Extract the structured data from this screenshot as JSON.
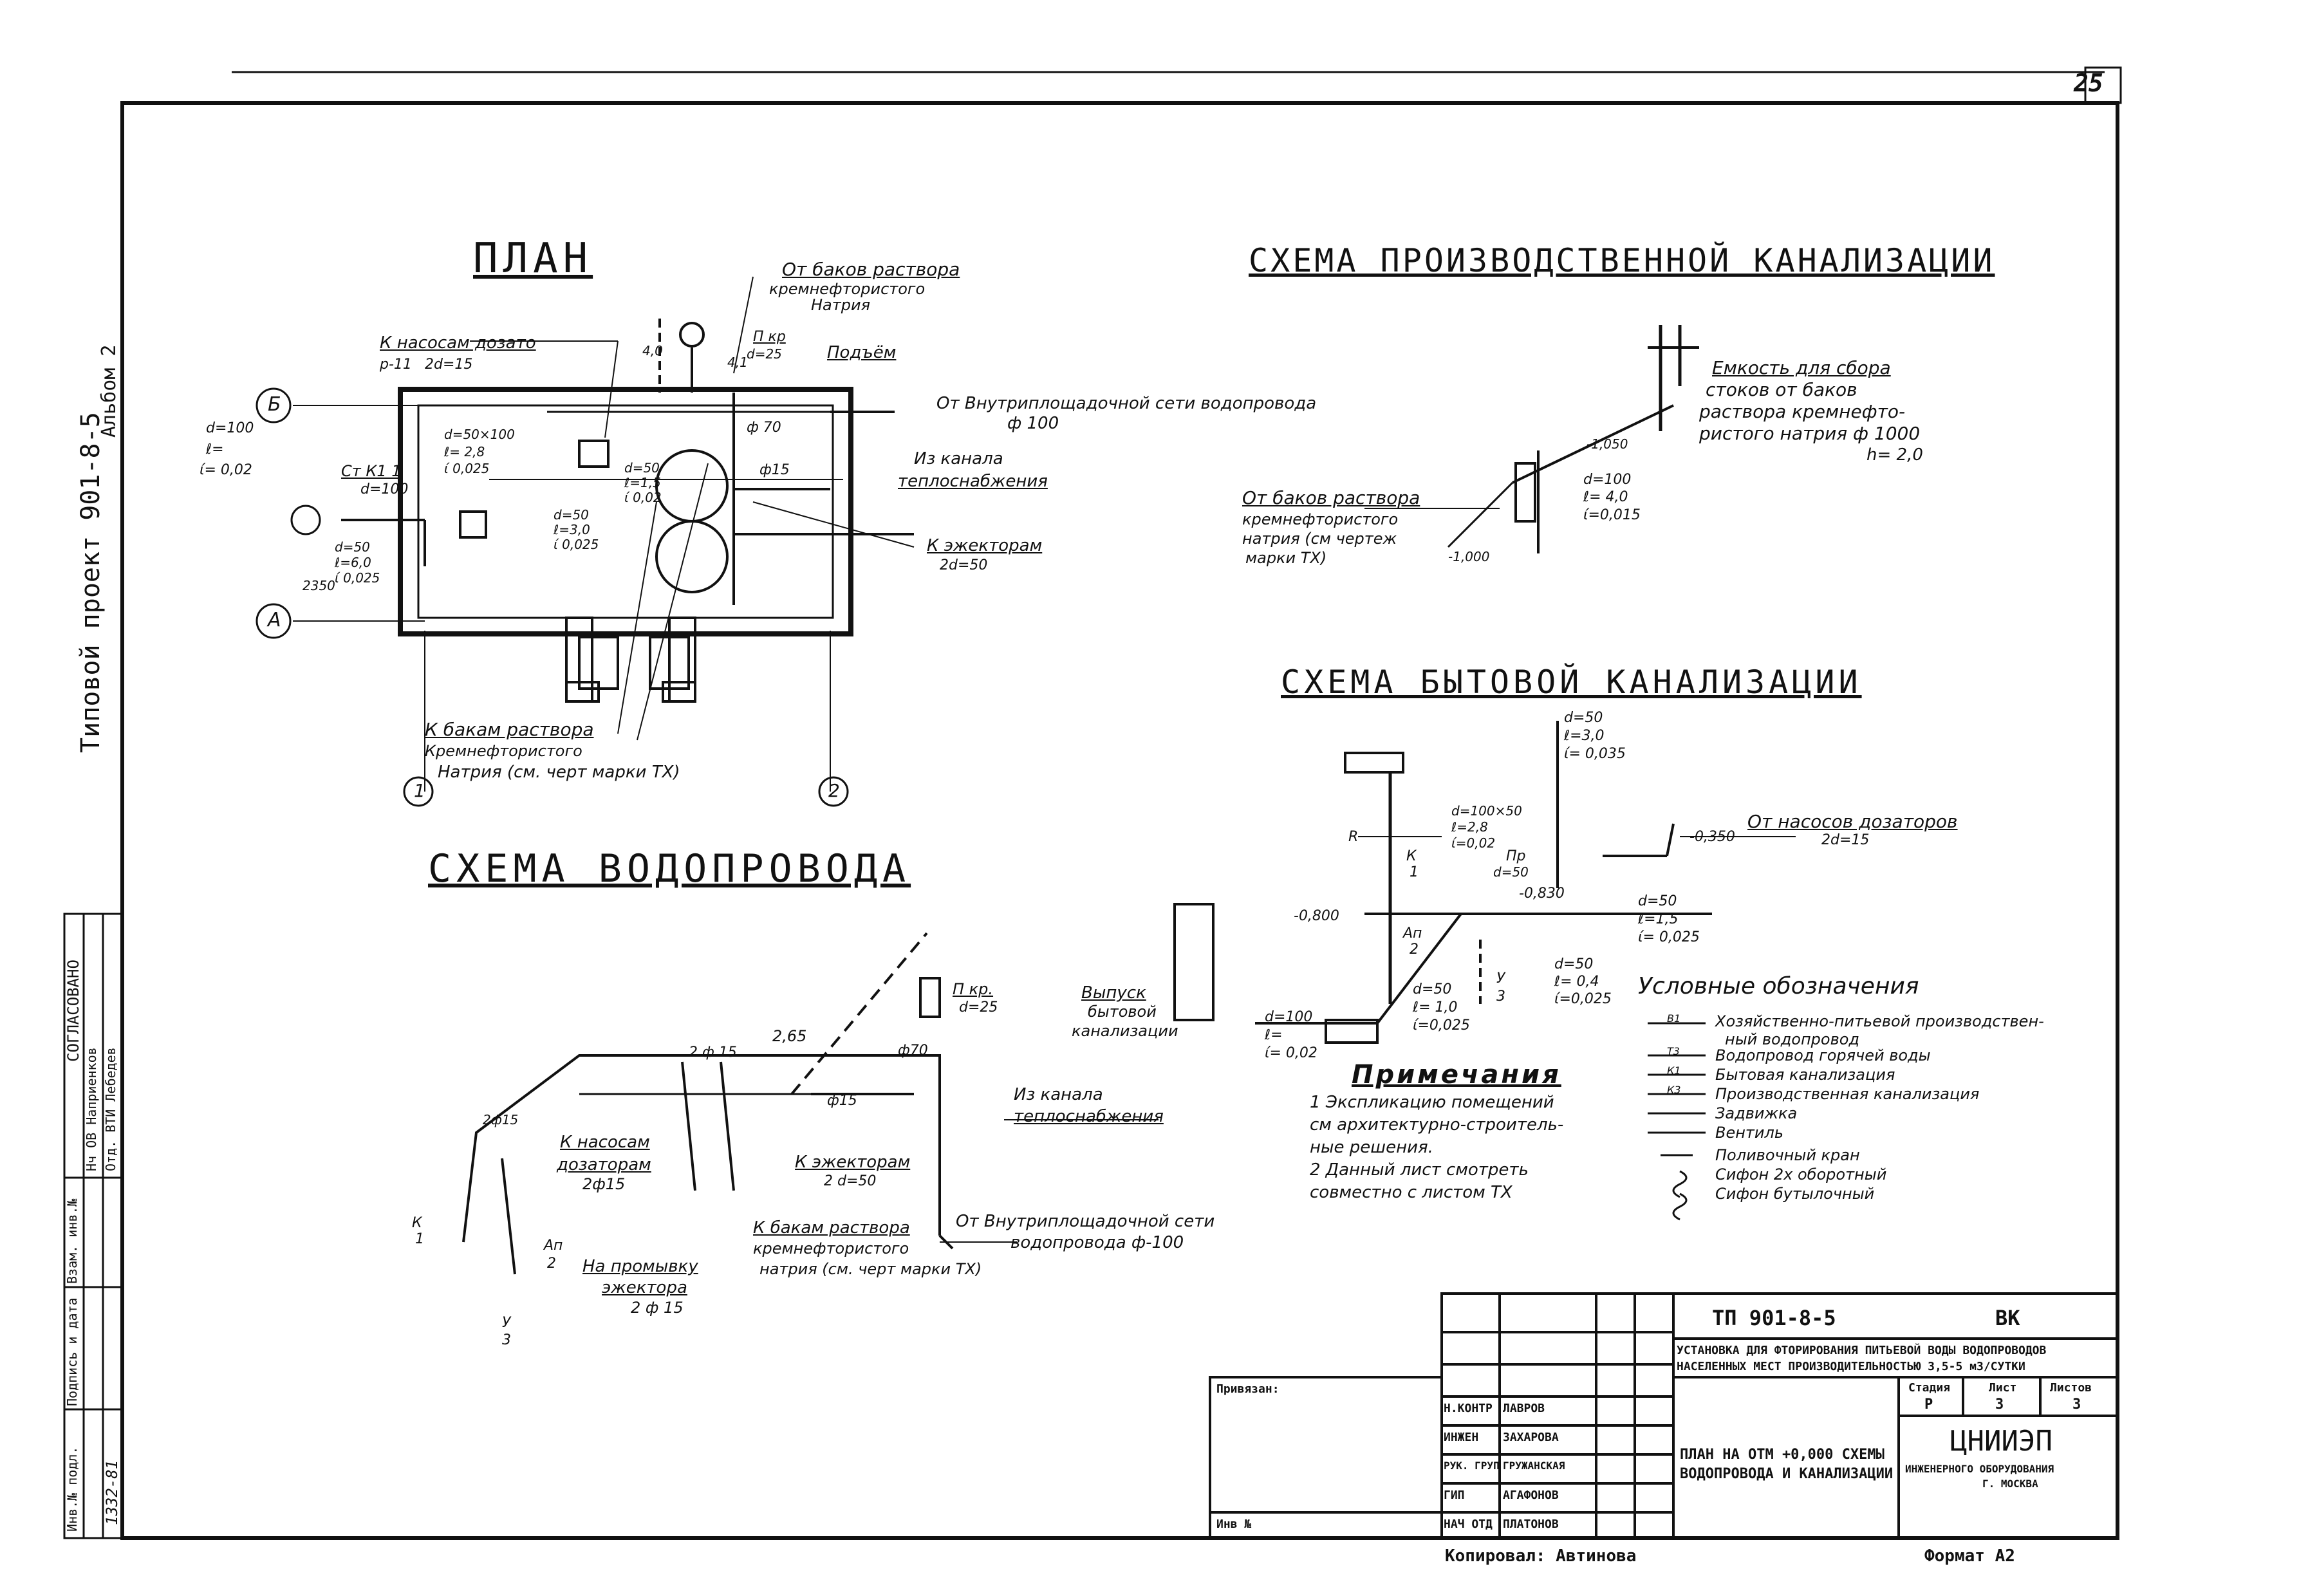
{
  "page_number": "25",
  "side_labels": {
    "project": "Типовой проект 901-8-5",
    "album": "Альбом 2"
  },
  "plan": {
    "title": "ПЛАН",
    "axis_b": "Б",
    "axis_a": "А",
    "axis_1": "1",
    "axis_2": "2",
    "labels": {
      "ot_bakov": "От баков раствора",
      "kremneft": "кремнефтористого",
      "natria": "Натрия",
      "k_nasosam": "К насосам дозато",
      "p11": "р-11",
      "two_d15": "2d=15",
      "pk": "П кр",
      "d25": "d=25",
      "pod": "Подъём",
      "ot_vnutr": "От Внутриплощадочной сети водопровода",
      "phi100": "ф 100",
      "phi70": "ф 70",
      "iz_kanala": "Из канала",
      "teplosn": "теплоснабжения",
      "phi15": "ф15",
      "k_ejektoram": "К эжекторам",
      "two_d50": "2d=50",
      "st_k11": "Ст К1 1",
      "d100": "d=100",
      "d100b": "d=100",
      "l0": "ℓ=",
      "i002": "ί= 0,02",
      "d50x100": "d=50×100",
      "l28": "ℓ= 2,8",
      "i0025": "ί 0,025",
      "d50a": "d=50",
      "l15": "ℓ=1,5",
      "i002b": "ί 0,02",
      "d50b": "d=50",
      "l30": "ℓ=3,0",
      "i0025b": "ί 0,025",
      "d50c": "d=50",
      "l60": "ℓ=6,0",
      "i0025c": "ί 0,025",
      "dim_2350": "2350",
      "dim_40": "4,0",
      "dim_41": "4,1",
      "k_bakam": "К бакам раствора",
      "kremneft2": "Кремнефтористого",
      "natria_ch": "Натрия (см. черт марки ТХ)"
    }
  },
  "prod_kanal": {
    "title": "СХЕМА ПРОИЗВОДСТВЕННОЙ КАНАЛИЗАЦИИ",
    "emkost": [
      "Емкость для сбора",
      "стоков от баков",
      "раствора кремнефто-",
      "ристого натрия ф 1000",
      "h= 2,0"
    ],
    "ot_bakov": [
      "От баков раствора",
      "кремнефтористого",
      "натрия (см чертеж",
      "марки ТХ)"
    ],
    "level1": "-1,000",
    "level2": "-1,050",
    "d100": "d=100",
    "l40": "ℓ= 4,0",
    "i0015": "ί=0,015"
  },
  "byt_kanal": {
    "title": "СХЕМА БЫТОВОЙ КАНАЛИЗАЦИИ",
    "d50": "d=50",
    "l30": "ℓ=3,0",
    "i0035": "ί= 0,035",
    "d100x50": "d=100×50",
    "l28": "ℓ=2,8",
    "i002": "ί=0,02",
    "pr": "Пр",
    "d50b": "d=50",
    "ot_nasosov": "От насосов дозаторов",
    "two_d15": "2d=15",
    "lvl_0350": "-0,350",
    "lvl_0830": "-0,830",
    "lvl_0800": "-0,800",
    "d50c": "d=50",
    "l15": "ℓ=1,5",
    "i0025": "ί= 0,025",
    "r": "R",
    "k1": "К",
    "k1b": "1",
    "ap": "Ап",
    "ap2": "2",
    "u": "У",
    "u3": "3",
    "vypusk": [
      "Выпуск",
      "бытовой",
      "канализации"
    ],
    "d100": "d=100",
    "l0": "ℓ=",
    "i002b": "ί= 0,02",
    "d50d": "d=50",
    "l10": "ℓ= 1,0",
    "i0025b": "ί=0,025",
    "d50e": "d=50",
    "l04": "ℓ= 0,4",
    "i0025c": "ί=0,025"
  },
  "vodoprovod": {
    "title": "СХЕМА ВОДОПРОВОДА",
    "pkr": "П кр.",
    "d25": "d=25",
    "dim_265": "2,65",
    "two_phi15": "2 ф 15",
    "phi70": "ф70",
    "phi15": "ф15",
    "iz_kanala": "Из канала",
    "teplosn": "теплоснабжения",
    "k_nasosam": "К насосам",
    "dozatoram": "дозаторам",
    "two_phi15b": "2ф15",
    "k_ejektoram": "К эжекторам",
    "two_d50": "2 d=50",
    "k_bakam": "К бакам раствора",
    "kremneft": "кремнефтористого",
    "natria": "натрия (см. черт марки ТХ)",
    "ot_vnutr": "От Внутриплощадочной сети",
    "vodoprovoda": "водопровода ф-100",
    "na_promyvku": "На промывку",
    "ejektora": "эжектора",
    "two_phi15c": "2 ф 15",
    "two_phi_left": "2ф15",
    "k": "К",
    "k1": "1",
    "ap": "Ап",
    "ap2": "2",
    "u": "У",
    "u3": "3"
  },
  "notes": {
    "title": "Примечания",
    "lines": [
      "1 Экспликацию помещений",
      "   см архитектурно-строитель-",
      "   ные решения.",
      "2 Данный лист смотреть",
      "   совместно с листом ТХ"
    ]
  },
  "legend": {
    "title": "Условные обозначения",
    "items": [
      {
        "mark": "В1",
        "text": "Хозяйственно-питьевой производствен-"
      },
      {
        "mark": "",
        "text": "ный водопровод"
      },
      {
        "mark": "Т3",
        "text": "Водопровод горячей воды"
      },
      {
        "mark": "К1",
        "text": "Бытовая канализация"
      },
      {
        "mark": "К3",
        "text": "Производственная канализация"
      },
      {
        "mark": "",
        "text": "Задвижка"
      },
      {
        "mark": "",
        "text": "Вентиль"
      },
      {
        "mark": "",
        "text": "Поливочный кран"
      },
      {
        "mark": "",
        "text": "Сифон 2х оборотный"
      },
      {
        "mark": "",
        "text": "Сифон бутылочный"
      }
    ]
  },
  "approval": {
    "title": "СОГЛАСОВАНО",
    "row1": "Нч ОВ Наприенков",
    "row2": "Отд. ВТИ Лебедев",
    "inv": "Инв.№ подл.",
    "sign_date": "Подпись и дата",
    "vzam": "Взам. инв.№",
    "number": "1332-81"
  },
  "title_block": {
    "code": "ТП 901-8-5",
    "mark": "ВК",
    "project_title_1": "УСТАНОВКА ДЛЯ ФТОРИРОВАНИЯ ПИТЬЕВОЙ ВОДЫ ВОДОПРОВОДОВ",
    "project_title_2": "НАСЕЛЕННЫХ МЕСТ ПРОИЗВОДИТЕЛЬНОСТЬЮ 3,5-5 м3/СУТКИ",
    "stage_h": "Стадия",
    "sheet_h": "Лист",
    "sheets_h": "Листов",
    "stage": "Р",
    "sheet": "3",
    "sheets": "3",
    "sheet_title_1": "ПЛАН НА ОТМ +0,000 СХЕМЫ",
    "sheet_title_2": "ВОДОПРОВОДА И КАНАЛИЗАЦИИ",
    "org": "ЦНИИЭП",
    "org_sub": "ИНЖЕНЕРНОГО ОБОРУДОВАНИЯ",
    "city": "Г. МОСКВА",
    "privyazan": "Привязан:",
    "inv_no": "Инв №",
    "roles": [
      {
        "role": "Н.КОНТР",
        "name": "ЛАВРОВ"
      },
      {
        "role": "ИНЖЕН",
        "name": "ЗАХАРОВА"
      },
      {
        "role": "РУК. ГРУП",
        "name": "ГРУЖАНСКАЯ"
      },
      {
        "role": "ГИП",
        "name": "АГАФОНОВ"
      },
      {
        "role": "НАЧ ОТД",
        "name": "ПЛАТОНОВ"
      }
    ],
    "copied": "Копировал: Автинова",
    "format": "Формат А2"
  }
}
